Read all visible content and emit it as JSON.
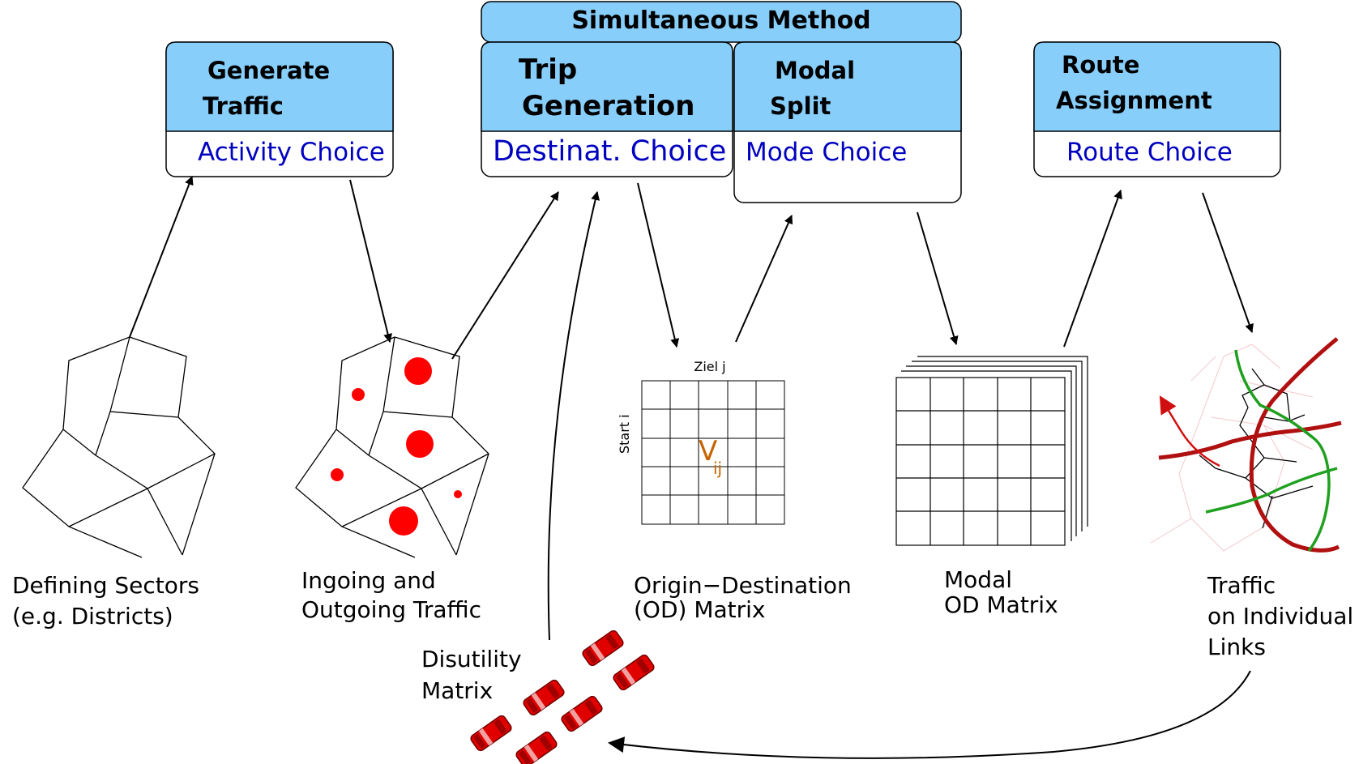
{
  "simultaneous": {
    "title": "Simultaneous Method"
  },
  "steps": {
    "generate": {
      "title_lines": [
        "Generate",
        "Traffic"
      ],
      "choice": "Activity Choice"
    },
    "trip": {
      "title_lines": [
        "Trip",
        "Generation"
      ],
      "choice": "Destinat. Choice"
    },
    "modal": {
      "title_lines": [
        "Modal",
        "Split"
      ],
      "choice": "Mode Choice"
    },
    "route": {
      "title_lines": [
        "Route",
        "Assignment"
      ],
      "choice": "Route Choice"
    }
  },
  "labels": {
    "sectors": [
      "Defining Sectors",
      "(e.g. Districts)"
    ],
    "traffic_io": [
      "Ingoing and",
      "Outgoing Traffic"
    ],
    "od_matrix": [
      "Origin−Destination",
      "(OD) Matrix"
    ],
    "modal_od": [
      "Modal",
      "OD Matrix"
    ],
    "links": [
      "Traffic",
      "on Individual",
      "Links"
    ],
    "disutility": [
      "Disutility",
      "Matrix"
    ]
  },
  "matrix": {
    "col_label": "Ziel j",
    "row_label": "Start i",
    "cell_main": "V",
    "cell_sub": "ij"
  },
  "colors": {
    "header_fill": "#87cefa",
    "choice_text": "#0000c0",
    "cell_text": "#c86400",
    "circle_red": "#ff0000",
    "road_red": "#b01010",
    "road_green": "#20a020",
    "car_red": "#e00000"
  }
}
